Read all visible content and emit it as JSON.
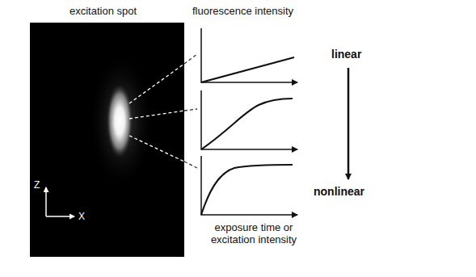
{
  "diagram": {
    "labels": [
      "excitation spot",
      "fluorescence intensity",
      "linear",
      "Z",
      "X",
      "nonlinear",
      "exposure time or excitation intensity"
    ]
  }
}
